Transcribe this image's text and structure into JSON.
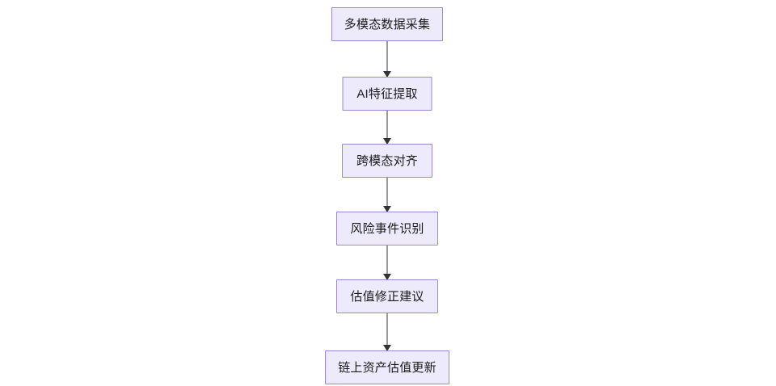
{
  "diagram": {
    "type": "flowchart",
    "orientation": "top-down",
    "background_color": "#FFFFFF",
    "node_fill_color": "#ECEAFB",
    "node_border_color": "#9A88D0",
    "node_text_color": "#1C1C1C",
    "edge_color": "#999999",
    "arrowhead_color": "#333333",
    "nodes": [
      {
        "id": "n1",
        "label": "多模态数据采集"
      },
      {
        "id": "n2",
        "label": "AI特征提取"
      },
      {
        "id": "n3",
        "label": "跨模态对齐"
      },
      {
        "id": "n4",
        "label": "风险事件识别"
      },
      {
        "id": "n5",
        "label": "估值修正建议"
      },
      {
        "id": "n6",
        "label": "链上资产估值更新"
      }
    ],
    "edges": [
      {
        "id": "e1",
        "from": "n1",
        "to": "n2",
        "label": ""
      },
      {
        "id": "e2",
        "from": "n2",
        "to": "n3",
        "label": ""
      },
      {
        "id": "e3",
        "from": "n3",
        "to": "n4",
        "label": ""
      },
      {
        "id": "e4",
        "from": "n4",
        "to": "n5",
        "label": ""
      },
      {
        "id": "e5",
        "from": "n5",
        "to": "n6",
        "label": ""
      }
    ]
  }
}
